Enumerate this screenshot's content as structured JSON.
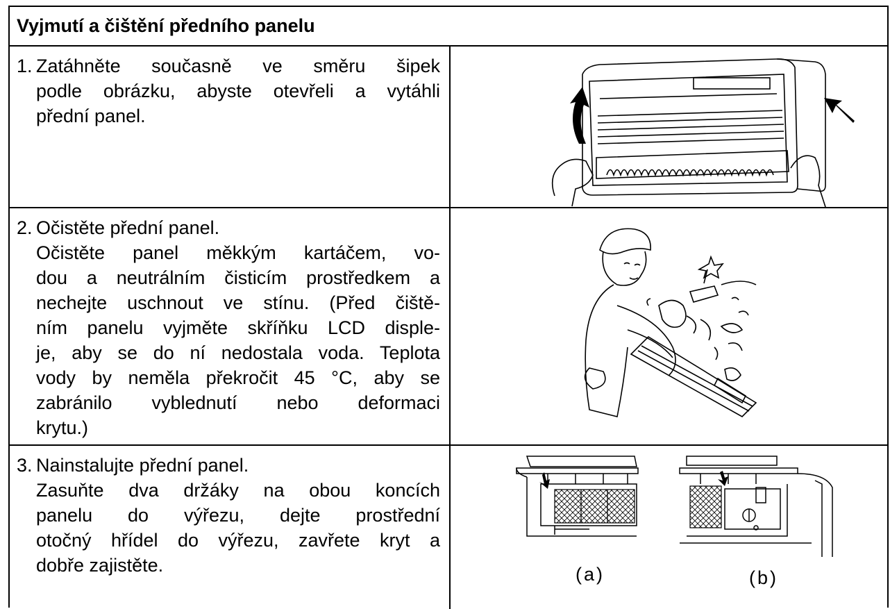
{
  "section": {
    "title": "Vyjmutí a čištění předního panelu"
  },
  "steps": [
    {
      "number": "1.",
      "head": "Zatáhněte současně ve směru šipek",
      "body": [
        "podle obrázku, abyste otevřeli a vytáhli",
        "přední panel."
      ]
    },
    {
      "number": "2.",
      "head": "Očistěte přední panel.",
      "body": [
        "Očistěte panel měkkým kartáčem, vo-",
        "dou a neutrálním čisticím prostředkem a",
        "nechejte uschnout ve stínu. (Před čiště-",
        "ním panelu vyjměte skříňku LCD disple-",
        "je, aby se do ní nedostala voda. Teplota",
        "vody by neměla překročit 45 °C, aby se",
        "zabránilo vyblednutí nebo deformaci",
        "krytu.)"
      ]
    },
    {
      "number": "3.",
      "head": "Nainstalujte přední panel.",
      "body": [
        "Zasuňte dva držáky na obou koncích",
        "panelu do výřezu, dejte prostřední",
        "otočný hřídel do výřezu, zavřete kryt a",
        "dobře zajistěte."
      ]
    }
  ],
  "figure_captions": {
    "a": "(a)",
    "b": "(b)"
  }
}
